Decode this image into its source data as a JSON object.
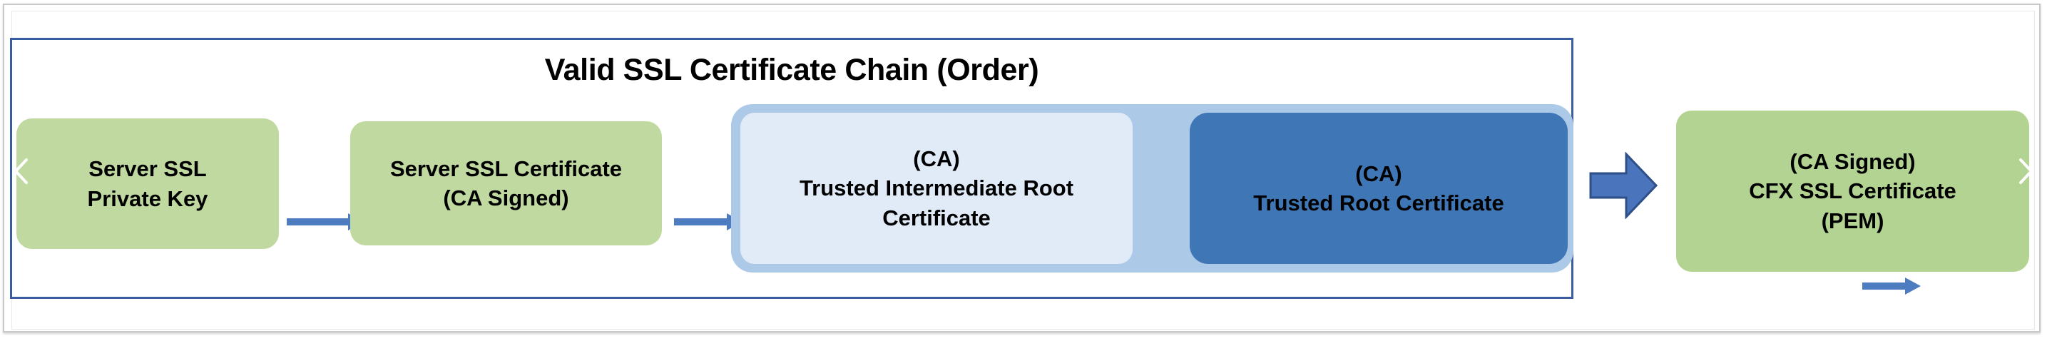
{
  "diagram": {
    "title": "Valid SSL Certificate Chain (Order)",
    "nodes": [
      {
        "id": "private-key",
        "kind": "green",
        "lines": [
          "Server SSL",
          "Private Key"
        ]
      },
      {
        "id": "server-cert",
        "kind": "green",
        "lines": [
          "Server SSL Certificate",
          "(CA Signed)"
        ]
      },
      {
        "id": "intermediate",
        "kind": "light-blue",
        "lines": [
          "(CA)",
          "Trusted Intermediate Root",
          "Certificate"
        ]
      },
      {
        "id": "root",
        "kind": "dark-blue",
        "lines": [
          "(CA)",
          "Trusted Root Certificate"
        ]
      },
      {
        "id": "cfx",
        "kind": "green",
        "lines": [
          "(CA Signed)",
          "CFX SSL Certificate",
          "(PEM)"
        ]
      }
    ],
    "connectors": [
      {
        "id": "arrow-1",
        "from": "private-key",
        "to": "server-cert",
        "style": "thin"
      },
      {
        "id": "arrow-2",
        "from": "server-cert",
        "to": "intermediate",
        "style": "thin"
      },
      {
        "id": "arrow-3",
        "from": "intermediate",
        "to": "root",
        "style": "thin"
      },
      {
        "id": "block-arrow",
        "from": "root",
        "to": "cfx",
        "style": "block"
      }
    ],
    "group_label": "",
    "colors": {
      "green_node": "#bfd9a0",
      "green_node_final": "#b3d392",
      "light_blue_node": "#e0ebf7",
      "dark_blue_node": "#3f76b5",
      "group_band": "#adc9e8",
      "arrow": "#4d7cc0",
      "container_border": "#3a5d9f",
      "block_arrow_fill": "#4a74bb",
      "block_arrow_stroke": "#2f4f87",
      "title_color": "#000000",
      "frame_border": "#c9c9c9"
    }
  },
  "carousel": {
    "prev_icon": "chevron-left-icon",
    "next_icon": "chevron-right-icon"
  }
}
